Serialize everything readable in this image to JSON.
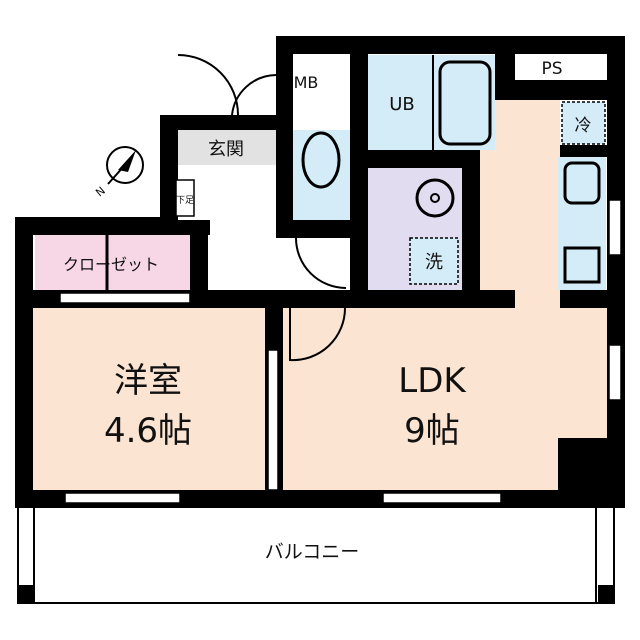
{
  "rooms": {
    "western_room": {
      "name": "洋室",
      "size": "4.6帖"
    },
    "ldk": {
      "name": "LDK",
      "size": "9帖"
    },
    "closet": {
      "name": "クローゼット"
    },
    "entrance": {
      "name": "玄関"
    },
    "shoe_storage": {
      "name": "下足"
    },
    "meter_box": {
      "name": "MB"
    },
    "unit_bath": {
      "name": "UB"
    },
    "pipe_space": {
      "name": "PS"
    },
    "washer": {
      "name": "洗"
    },
    "fridge": {
      "name": "冷"
    },
    "balcony": {
      "name": "バルコニー"
    }
  },
  "compass": {
    "label": "N"
  },
  "colors": {
    "wall": "#000000",
    "room_floor": "#fbe4d2",
    "closet": "#f7d6e6",
    "entrance": "#e2e2e2",
    "wet_area": "#d4ebf8",
    "washroom": "#e1dcef"
  }
}
